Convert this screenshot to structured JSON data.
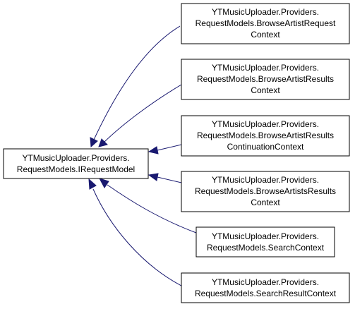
{
  "diagram": {
    "edge_color": "#191970",
    "base_class": {
      "lines": [
        "YTMusicUploader.Providers.",
        "RequestModels.IRequestModel"
      ]
    },
    "derived_classes": [
      {
        "lines": [
          "YTMusicUploader.Providers.",
          "RequestModels.BrowseArtistRequest",
          "Context"
        ]
      },
      {
        "lines": [
          "YTMusicUploader.Providers.",
          "RequestModels.BrowseArtistResults",
          "Context"
        ]
      },
      {
        "lines": [
          "YTMusicUploader.Providers.",
          "RequestModels.BrowseArtistResults",
          "ContinuationContext"
        ]
      },
      {
        "lines": [
          "YTMusicUploader.Providers.",
          "RequestModels.BrowseArtistsResults",
          "Context"
        ]
      },
      {
        "lines": [
          "YTMusicUploader.Providers.",
          "RequestModels.SearchContext"
        ]
      },
      {
        "lines": [
          "YTMusicUploader.Providers.",
          "RequestModels.SearchResultContext"
        ]
      }
    ]
  }
}
